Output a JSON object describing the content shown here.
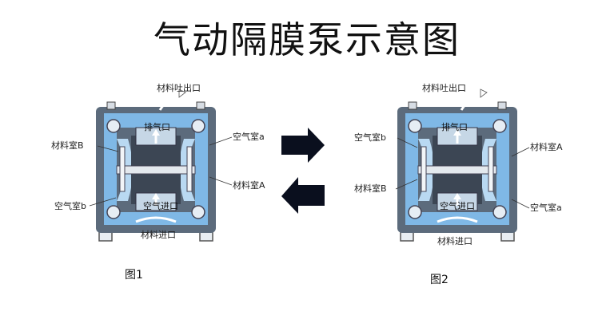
{
  "title": "气动隔膜泵示意图",
  "fig1": {
    "caption": "图1",
    "outlet": "材料吐出口",
    "inlet": "材料进口",
    "exhaust": "排气口",
    "air_in": "空气进口",
    "chamber_b": "材料室B",
    "chamber_a": "材料室A",
    "air_a": "空气室a",
    "air_b": "空气室b"
  },
  "fig2": {
    "caption": "图2",
    "outlet": "材料吐出口",
    "inlet": "材料进口",
    "exhaust": "排气口",
    "air_in": "空气进口",
    "chamber_b": "材料室B",
    "chamber_a": "材料室A",
    "air_a": "空气室a",
    "air_b": "空气室b"
  },
  "colors": {
    "material": "#7fb8e6",
    "air": "#b9d9f2",
    "body": "#5c6b7c",
    "center": "#3c4654",
    "arrow": "#0a0f1e"
  }
}
